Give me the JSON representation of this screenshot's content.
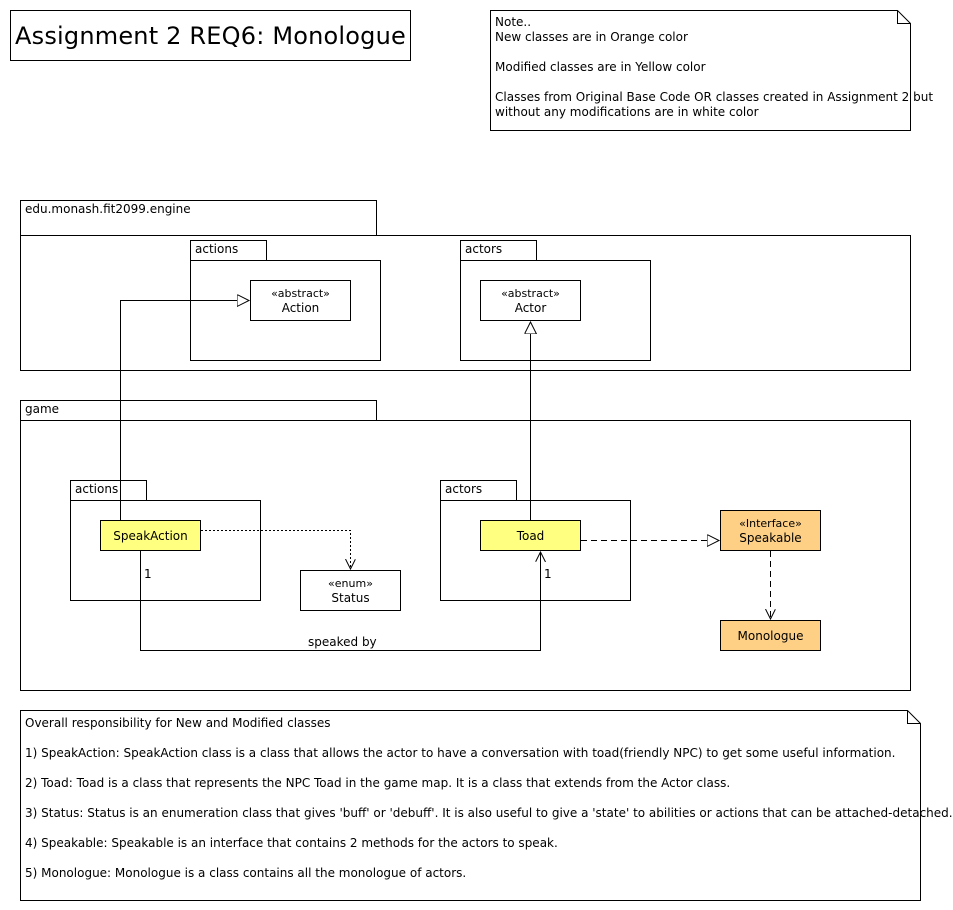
{
  "title": "Assignment 2 REQ6: Monologue",
  "note": {
    "heading": "Note..",
    "line1": "New classes are in Orange color",
    "line2": "Modified classes are in Yellow color",
    "line3": "Classes from Original Base Code OR classes created in Assignment 2 but",
    "line4": "without any modifications are in white color"
  },
  "colors": {
    "new_class": "#fdd086",
    "modified_class": "#ffff80",
    "unmodified_class": "#ffffff"
  },
  "packages": {
    "engine": {
      "name": "edu.monash.fit2099.engine",
      "actions": {
        "name": "actions",
        "class_stereotype": "«abstract»",
        "class_name": "Action"
      },
      "actors": {
        "name": "actors",
        "class_stereotype": "«abstract»",
        "class_name": "Actor"
      }
    },
    "game": {
      "name": "game",
      "actions": {
        "name": "actions",
        "class_name": "SpeakAction"
      },
      "actors": {
        "name": "actors",
        "class_name": "Toad"
      },
      "status": {
        "stereotype": "«enum»",
        "name": "Status"
      },
      "speakable": {
        "stereotype": "«Interface»",
        "name": "Speakable"
      },
      "monologue": {
        "name": "Monologue"
      }
    }
  },
  "association": {
    "label": "speaked by",
    "multiplicity_left": "1",
    "multiplicity_right": "1"
  },
  "responsibility": {
    "heading": "Overall responsibility for New and Modified classes",
    "items": [
      "1) SpeakAction: SpeakAction class is a class that allows the actor to have a conversation with toad(friendly NPC) to get some useful information.",
      "2) Toad: Toad is a class that represents the NPC Toad in the game map. It is a class that extends from the Actor class.",
      "3) Status: Status is an enumeration class that gives 'buff' or 'debuff'. It is also useful to give a 'state' to abilities or actions that can be attached-detached.",
      "4) Speakable: Speakable is an interface that contains 2 methods for the actors to speak.",
      "5) Monologue: Monologue is a class contains all the monologue of actors."
    ]
  }
}
